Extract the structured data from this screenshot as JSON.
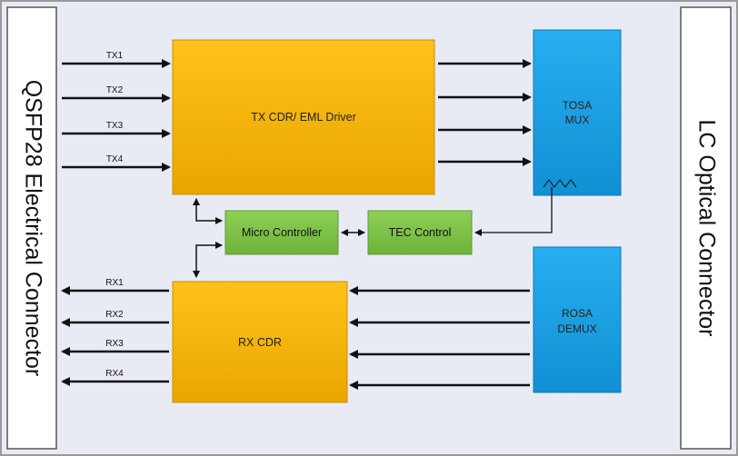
{
  "left_connector": {
    "label": "QSFP28 Electrical Connector"
  },
  "right_connector": {
    "label": "LC Optical Connector"
  },
  "blocks": {
    "tx_driver": "TX CDR/ EML Driver",
    "rx_cdr": "RX CDR",
    "micro_controller": "Micro Controller",
    "tec_control": "TEC Control",
    "tosa_line1": "TOSA",
    "tosa_line2": "MUX",
    "rosa_line1": "ROSA",
    "rosa_line2": "DEMUX"
  },
  "tx_lanes": [
    "TX1",
    "TX2",
    "TX3",
    "TX4"
  ],
  "rx_lanes": [
    "RX1",
    "RX2",
    "RX3",
    "RX4"
  ],
  "colors": {
    "background": "#e9ebf4",
    "gold_block": "#f3b300",
    "green_block": "#7fc24a",
    "blue_block": "#1a9ee0",
    "arrow": "#111111"
  }
}
